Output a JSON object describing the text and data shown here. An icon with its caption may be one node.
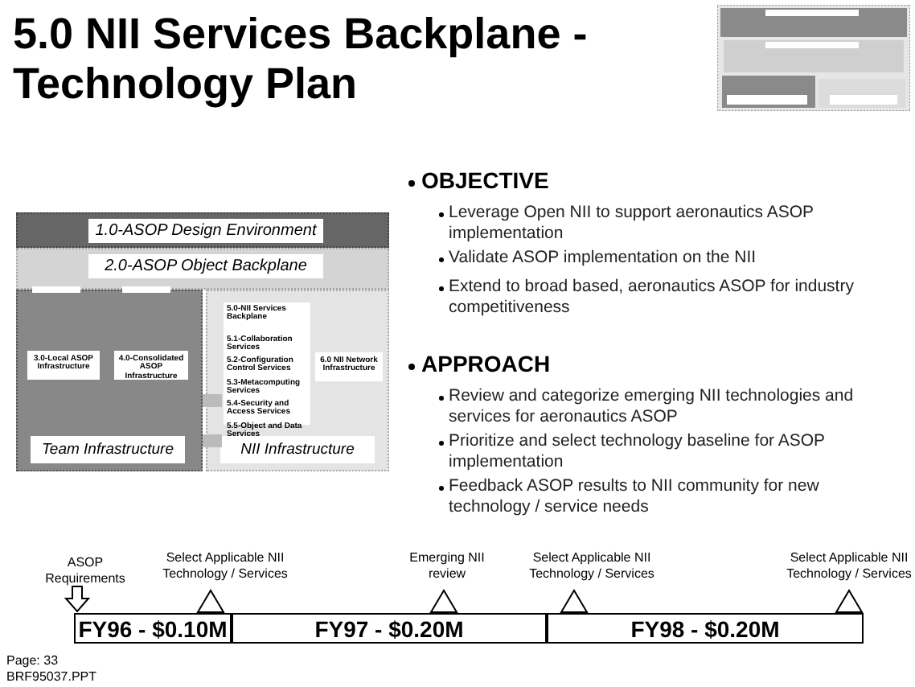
{
  "diagram": {
    "title": "5.0 NII Services Backplane - Technology Plan",
    "nodes": [
      {
        "text": [
          "1.0-ASOP Design Environment"
        ]
      },
      {
        "text": [
          "2.0-ASOP Object Backplane"
        ]
      },
      {
        "text": [
          "Team Infrastructure"
        ]
      },
      {
        "text": [
          "3.0-Local ASOP Infrastructure"
        ],
        "in": 2
      },
      {
        "text": [
          "4.0-Consolidated ASOP Infrastructure"
        ],
        "in": 2
      },
      {
        "text": [
          "NII Infrastructure"
        ]
      },
      {
        "text": [
          "5.0-NII Services Backplane",
          "5.1-Collaboration Services",
          "5.2-Configuration Control Services",
          "5.3-Metacomputing Services",
          "5.4-Security and Access Services",
          "5.5-Object and Data Services"
        ],
        "in": 5
      },
      {
        "text": [
          "6.0 NII Network Infrastructure"
        ],
        "in": 5
      },
      {
        "text": [
          "FY96 - $0.10M"
        ]
      },
      {
        "text": [
          "FY97 - $0.20M"
        ]
      },
      {
        "text": [
          "FY98 - $0.20M"
        ]
      }
    ],
    "edges": [],
    "labels": [
      "OBJECTIVE",
      "Leverage Open NII to support aeronautics ASOP implementation",
      "Validate ASOP implementation on the NII",
      "Extend to broad based, aeronautics ASOP for industry competitiveness",
      "APPROACH",
      "Review and categorize emerging NII technologies and services for aeronautics ASOP",
      "Prioritize and select technology baseline for ASOP implementation",
      "Feedback ASOP results to NII community for new technology / service needs",
      "ASOP Requirements",
      "Select Applicable NII Technology / Services",
      "Emerging NII review",
      "Select Applicable NII Technology / Services",
      "Select Applicable NII Technology / Services",
      "Page: 33",
      "BRF95037.PPT"
    ]
  }
}
